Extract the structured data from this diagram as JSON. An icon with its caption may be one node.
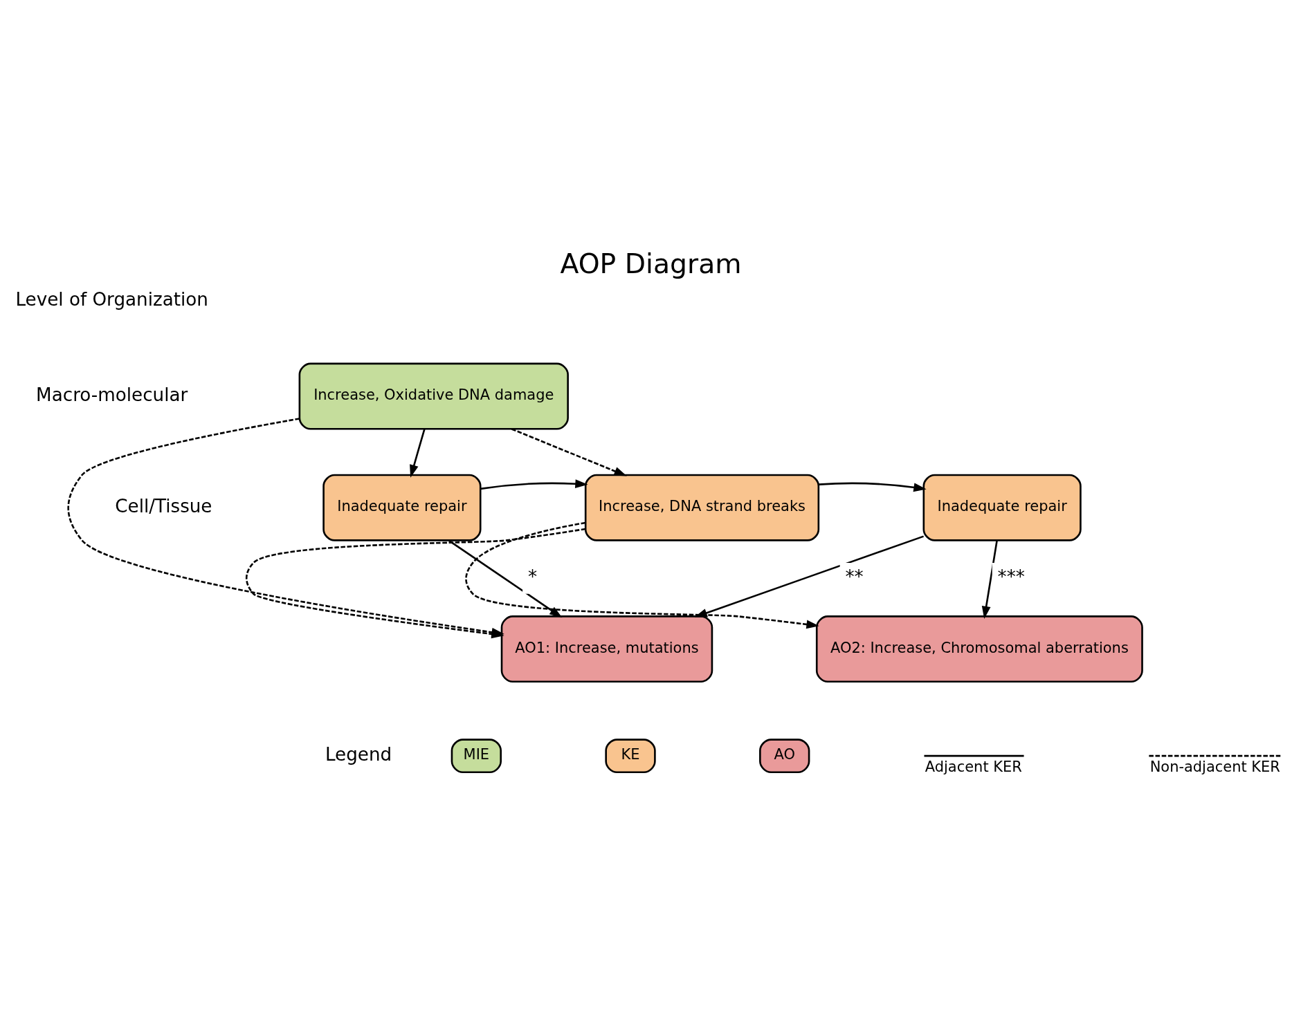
{
  "diagram": {
    "title": "AOP Diagram",
    "nodes": [
      {
        "text": [
          "Increase, Oxidative DNA damage"
        ]
      },
      {
        "text": [
          "Inadequate repair"
        ]
      },
      {
        "text": [
          "Increase, DNA strand breaks"
        ]
      },
      {
        "text": [
          "Inadequate repair"
        ]
      },
      {
        "text": [
          "AO1: Increase, mutations"
        ]
      },
      {
        "text": [
          "AO2: Increase, Chromosomal aberrations"
        ]
      }
    ],
    "edges": [
      {
        "from": 0,
        "to": 1,
        "arrow": "to"
      },
      {
        "from": 0,
        "to": 2,
        "arrow": "to",
        "style": "dashed"
      },
      {
        "from": 0,
        "to": 4,
        "arrow": "to",
        "style": "dashed"
      },
      {
        "from": 1,
        "to": 2,
        "arrow": "to"
      },
      {
        "from": 2,
        "to": 3,
        "arrow": "to"
      },
      {
        "from": 1,
        "to": 4,
        "arrow": "to",
        "label": "*"
      },
      {
        "from": 3,
        "to": 4,
        "arrow": "to",
        "label": "**"
      },
      {
        "from": 3,
        "to": 5,
        "arrow": "to",
        "label": "***"
      },
      {
        "from": 2,
        "to": 4,
        "arrow": "to",
        "style": "dashed"
      },
      {
        "from": 2,
        "to": 5,
        "arrow": "to",
        "style": "dashed"
      }
    ],
    "labels": [
      "Level of Organization",
      "Macro-molecular",
      "Cell/Tissue",
      "Legend"
    ],
    "legend": [
      {
        "text": "MIE",
        "color": "#c5dd9c"
      },
      {
        "text": "KE",
        "color": "#f9c48f"
      },
      {
        "text": "AO",
        "color": "#e99a9a"
      },
      {
        "text": "Adjacent KER"
      },
      {
        "text": "Non-adjacent KER"
      }
    ]
  }
}
